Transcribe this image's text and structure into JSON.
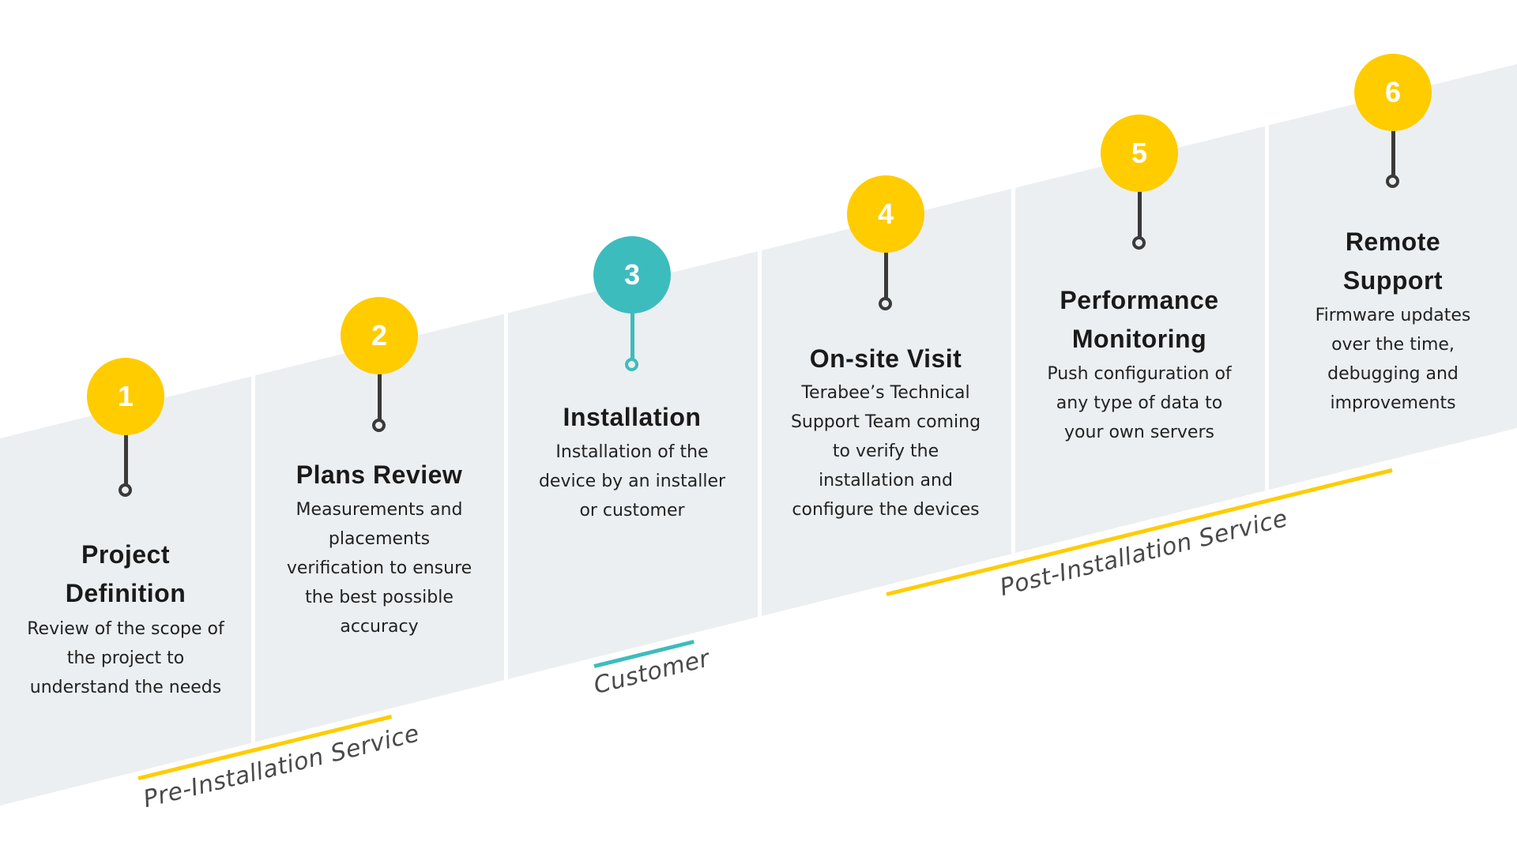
{
  "colors": {
    "accent_yellow": "#ffcc00",
    "accent_teal": "#3dbcbe",
    "panel_grey": "#eceff2",
    "connector_dark": "#3a3a3a",
    "text_dark": "#1a1a1a"
  },
  "steps": [
    {
      "number": "1",
      "title_lines": [
        "Project",
        "Definition"
      ],
      "description_lines": [
        "Review of the scope of",
        "the project to",
        "understand the needs"
      ],
      "badge_color": "yellow"
    },
    {
      "number": "2",
      "title_lines": [
        "Plans Review"
      ],
      "description_lines": [
        "Measurements and",
        "placements",
        "verification to ensure",
        "the best possible",
        "accuracy"
      ],
      "badge_color": "yellow"
    },
    {
      "number": "3",
      "title_lines": [
        "Installation"
      ],
      "description_lines": [
        "Installation of the",
        "device by an installer",
        "or customer"
      ],
      "badge_color": "teal"
    },
    {
      "number": "4",
      "title_lines": [
        "On-site Visit"
      ],
      "description_lines": [
        "Terabee’s Technical",
        "Support Team coming",
        "to verify the",
        "installation and",
        "configure the devices"
      ],
      "badge_color": "yellow"
    },
    {
      "number": "5",
      "title_lines": [
        "Performance",
        "Monitoring"
      ],
      "description_lines": [
        "Push configuration of",
        "any type of data to",
        "your own servers"
      ],
      "badge_color": "yellow"
    },
    {
      "number": "6",
      "title_lines": [
        "Remote",
        "Support"
      ],
      "description_lines": [
        "Firmware updates",
        "over the time,",
        "debugging and",
        "improvements"
      ],
      "badge_color": "yellow"
    }
  ],
  "phases": [
    {
      "label": "Pre-Installation Service",
      "color": "yellow",
      "covers_steps": [
        1,
        2
      ]
    },
    {
      "label": "Customer",
      "color": "teal",
      "covers_steps": [
        3
      ]
    },
    {
      "label": "Post-Installation Service",
      "color": "yellow",
      "covers_steps": [
        4,
        5,
        6
      ]
    }
  ]
}
